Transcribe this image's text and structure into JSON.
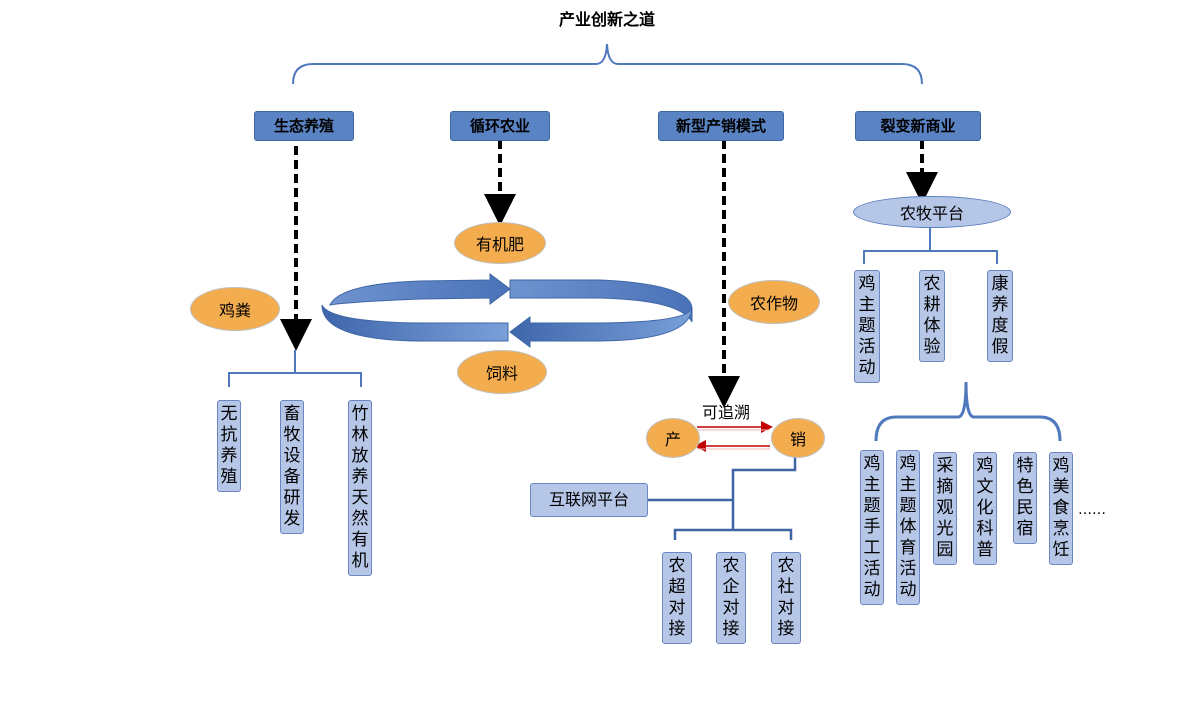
{
  "title": "产业创新之道",
  "headers": {
    "eco": "生态养殖",
    "cycle": "循环农业",
    "market": "新型产销模式",
    "fission": "裂变新商业"
  },
  "eco_branch": {
    "oval": "鸡粪",
    "items": [
      "无抗养殖",
      "畜牧设备研发",
      "竹林放养天然有机"
    ]
  },
  "cycle_branch": {
    "top_oval": "有机肥",
    "bottom_oval": "饲料",
    "right_oval": "农作物"
  },
  "market_branch": {
    "trace_label": "可追溯",
    "produce": "产",
    "sell": "销",
    "platform": "互联网平台",
    "items": [
      "农超对接",
      "农企对接",
      "农社对接"
    ]
  },
  "fission_branch": {
    "platform": "农牧平台",
    "items_top": [
      "鸡主题活动",
      "农耕体验",
      "康养度假"
    ],
    "items_bottom": [
      "鸡主题手工活动",
      "鸡主题体育活动",
      "采摘观光园",
      "鸡文化科普",
      "特色民宿",
      "鸡美食烹饪"
    ],
    "ellipsis": "……"
  },
  "colors": {
    "header_fill": "#5a83c4",
    "box_fill": "#b6c6e7",
    "oval_orange": "#f4ad4e",
    "bracket": "#4f78bd",
    "arrow_red": "#c00000"
  }
}
